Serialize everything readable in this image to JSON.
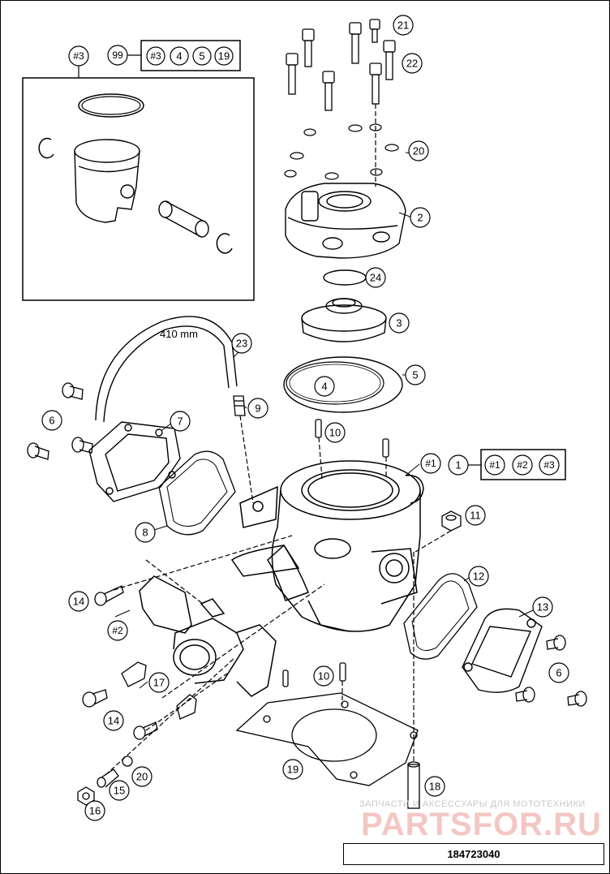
{
  "labels": {
    "kit3": "#3",
    "kit99": "99",
    "kit99_members": [
      "#3",
      "4",
      "5",
      "19"
    ],
    "kit1": "1",
    "kit1_members": [
      "#1",
      "#2",
      "#3"
    ],
    "sub1": "#1",
    "sub2": "#2",
    "p2": "2",
    "p3": "3",
    "p4": "4",
    "p5": "5",
    "p6a": "6",
    "p6b": "6",
    "p7": "7",
    "p8": "8",
    "p9": "9",
    "p10a": "10",
    "p10b": "10",
    "p11": "11",
    "p12": "12",
    "p13": "13",
    "p14a": "14",
    "p14b": "14",
    "p15": "15",
    "p16": "16",
    "p17": "17",
    "p18": "18",
    "p19": "19",
    "p20a": "20",
    "p20b": "20",
    "p21": "21",
    "p22": "22",
    "p23": "23",
    "p24": "24"
  },
  "hose_length": "410 mm",
  "watermark": {
    "caption": "ЗАПЧАСТИ И АКСЕССУАРЫ ДЛЯ МОТОТЕХНИКИ",
    "brand": "PARTSFOR.RU"
  },
  "document_number": "184723040"
}
